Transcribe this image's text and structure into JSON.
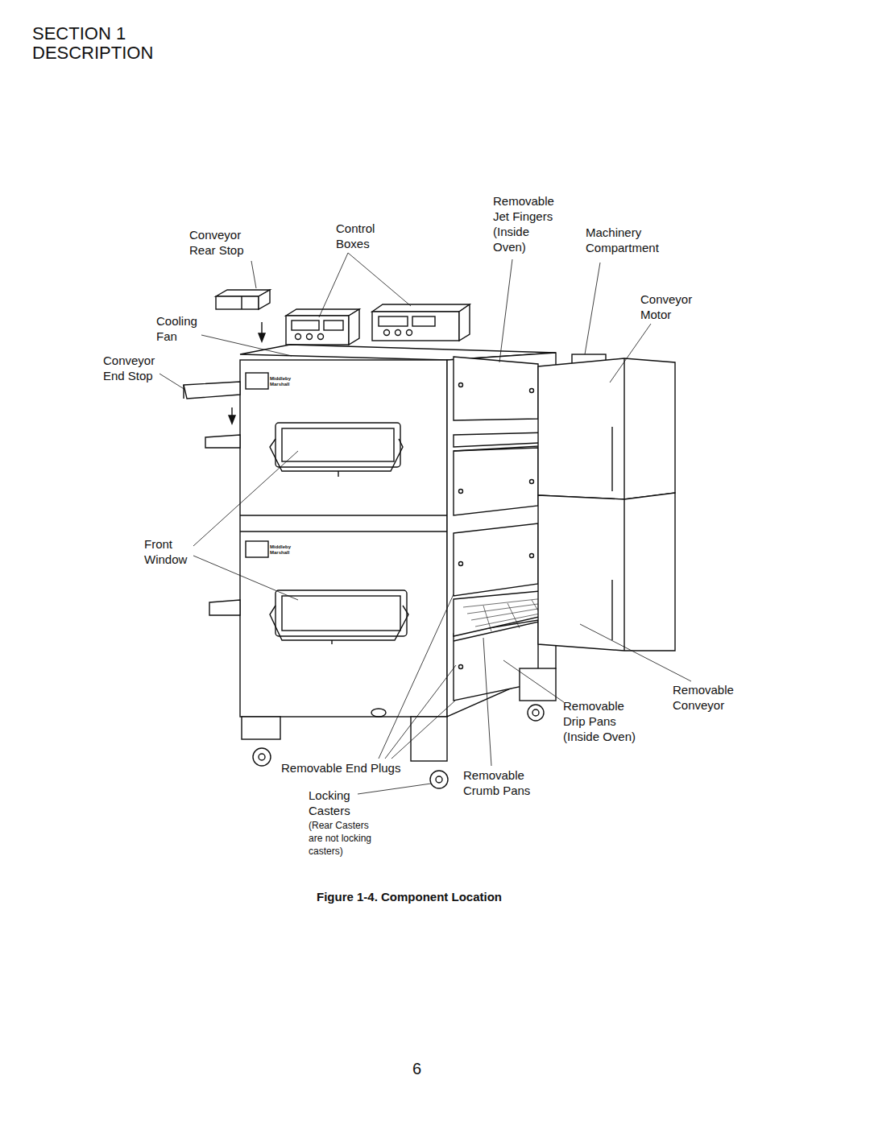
{
  "diagram": {
    "title": "SECTION 1 DESCRIPTION",
    "caption": "Figure 1-4. Component Location",
    "labels": [
      "Conveyor Rear Stop",
      "Control Boxes",
      "Removable Jet Fingers (Inside Oven)",
      "Machinery Compartment",
      "Conveyor Motor",
      "Cooling Fan",
      "Conveyor End Stop",
      "Middleby Marshall",
      "Middleby Marshall",
      "Front Window",
      "Removable Conveyor",
      "Removable Drip Pans (Inside Oven)",
      "Removable End Plugs",
      "Removable Crumb Pans",
      "Locking Casters",
      "(Rear Casters are not locking casters)",
      "6"
    ]
  }
}
